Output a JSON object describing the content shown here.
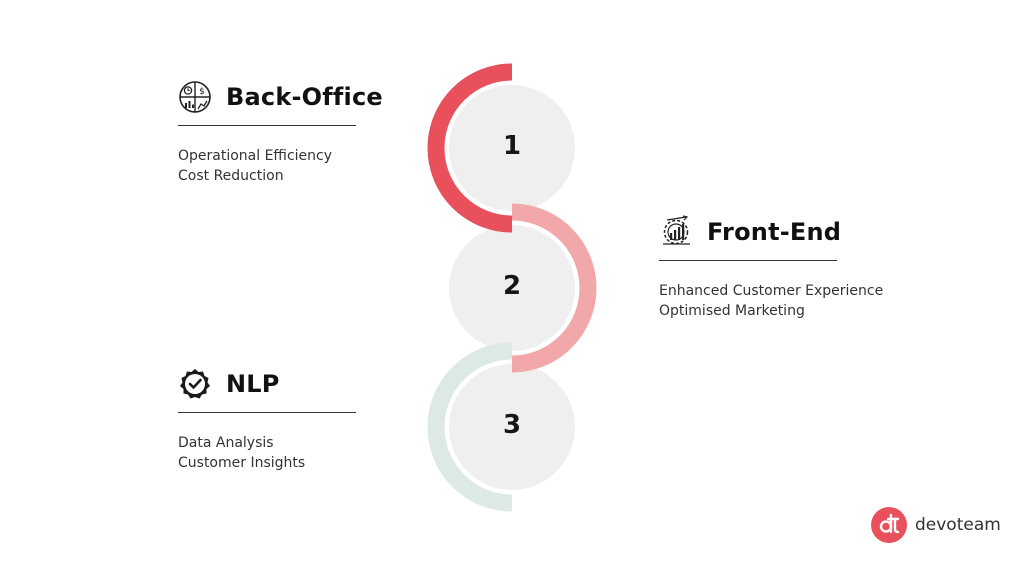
{
  "steps": [
    {
      "number": "1",
      "arc_color": "#e8505b"
    },
    {
      "number": "2",
      "arc_color": "#f2a7ab"
    },
    {
      "number": "3",
      "arc_color": "#dce9e6"
    }
  ],
  "circle_fill": "#efefef",
  "blocks": [
    {
      "icon": "finance-dashboard-icon",
      "title": "Back-Office",
      "lines": [
        "Operational Efficiency",
        "Cost Reduction"
      ]
    },
    {
      "icon": "gear-chart-icon",
      "title": "Front-End",
      "lines": [
        "Enhanced Customer Experience",
        "Optimised Marketing"
      ]
    },
    {
      "icon": "badge-check-icon",
      "title": "NLP",
      "lines": [
        "Data Analysis",
        "Customer Insights"
      ]
    }
  ],
  "logo": {
    "name": "devoteam",
    "accent": "#e8505b"
  }
}
